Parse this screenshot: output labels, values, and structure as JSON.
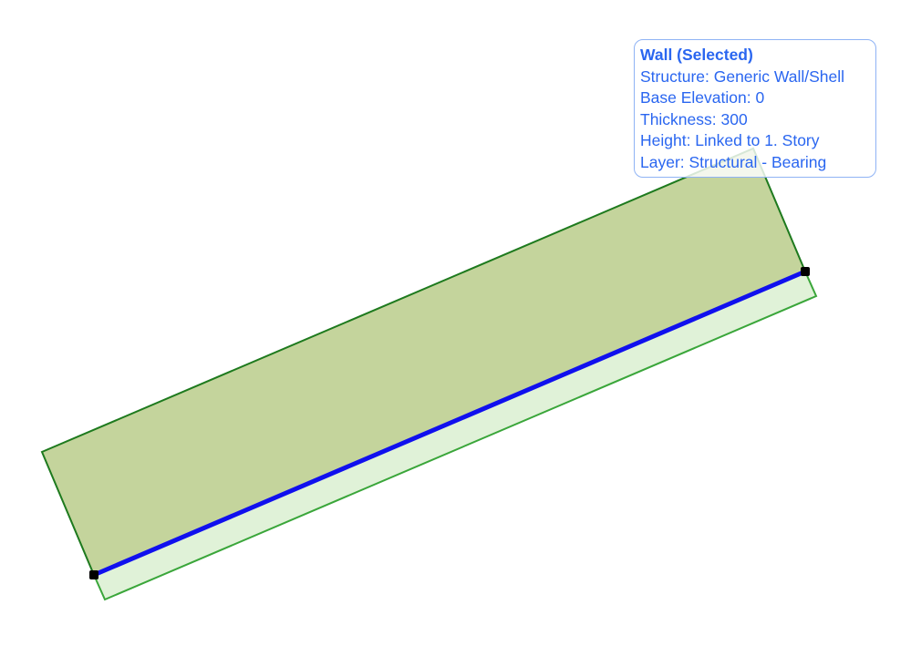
{
  "tooltip": {
    "title": "Wall (Selected)",
    "lines": [
      "Structure: Generic Wall/Shell",
      "Base Elevation: 0",
      "Thickness: 300",
      "Height: Linked to 1. Story",
      "Layer: Structural - Bearing"
    ]
  },
  "colors": {
    "wall_fill": "#c4d49c",
    "wall_stroke": "#1e7a1e",
    "offset_fill": "#e0f2d8",
    "offset_stroke": "#3aa63a",
    "reference_line": "#1010ee",
    "endpoint": "#000000",
    "tooltip_text": "#2a66f0"
  }
}
